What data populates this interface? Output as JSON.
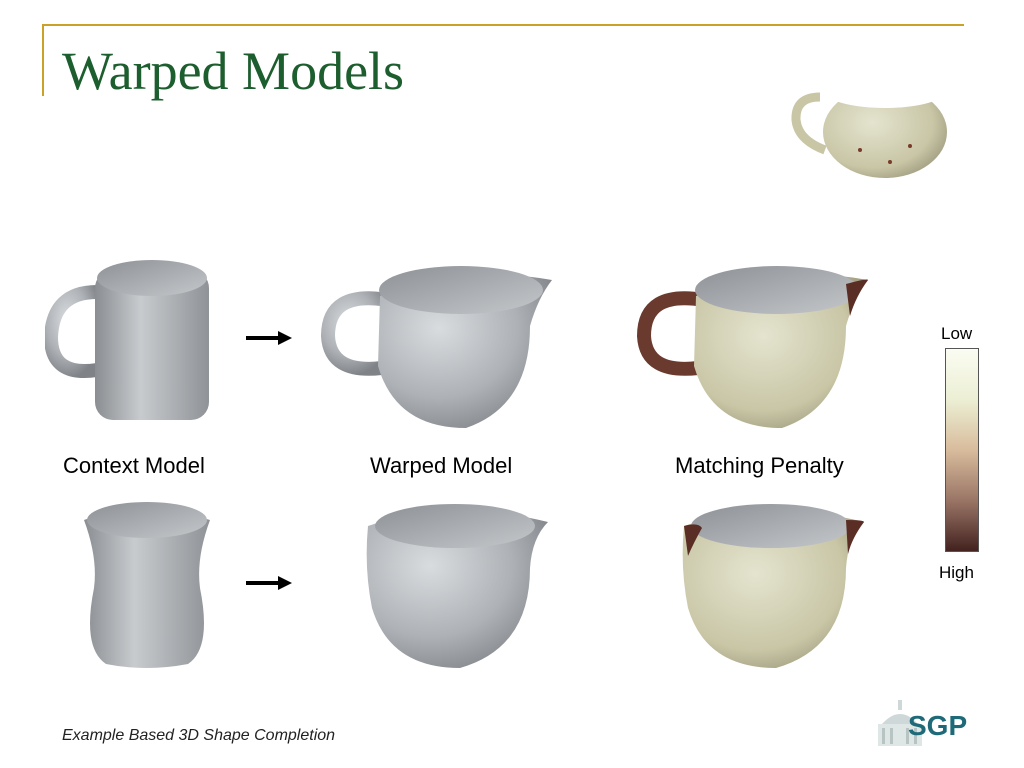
{
  "slide": {
    "title": "Warped Models",
    "labels": {
      "context": "Context Model",
      "warped": "Warped Model",
      "penalty": "Matching Penalty"
    },
    "scale": {
      "low": "Low",
      "high": "High"
    },
    "footer": "Example Based 3D Shape Completion",
    "logo_text": "SGP"
  },
  "colors": {
    "title": "#1d5e2e",
    "frame": "#c9a227",
    "model_gray": "#a9adb1",
    "penalty_tint": "#cfcfb0",
    "penalty_edge": "#5a2e24",
    "logo": "#1f6a78"
  }
}
